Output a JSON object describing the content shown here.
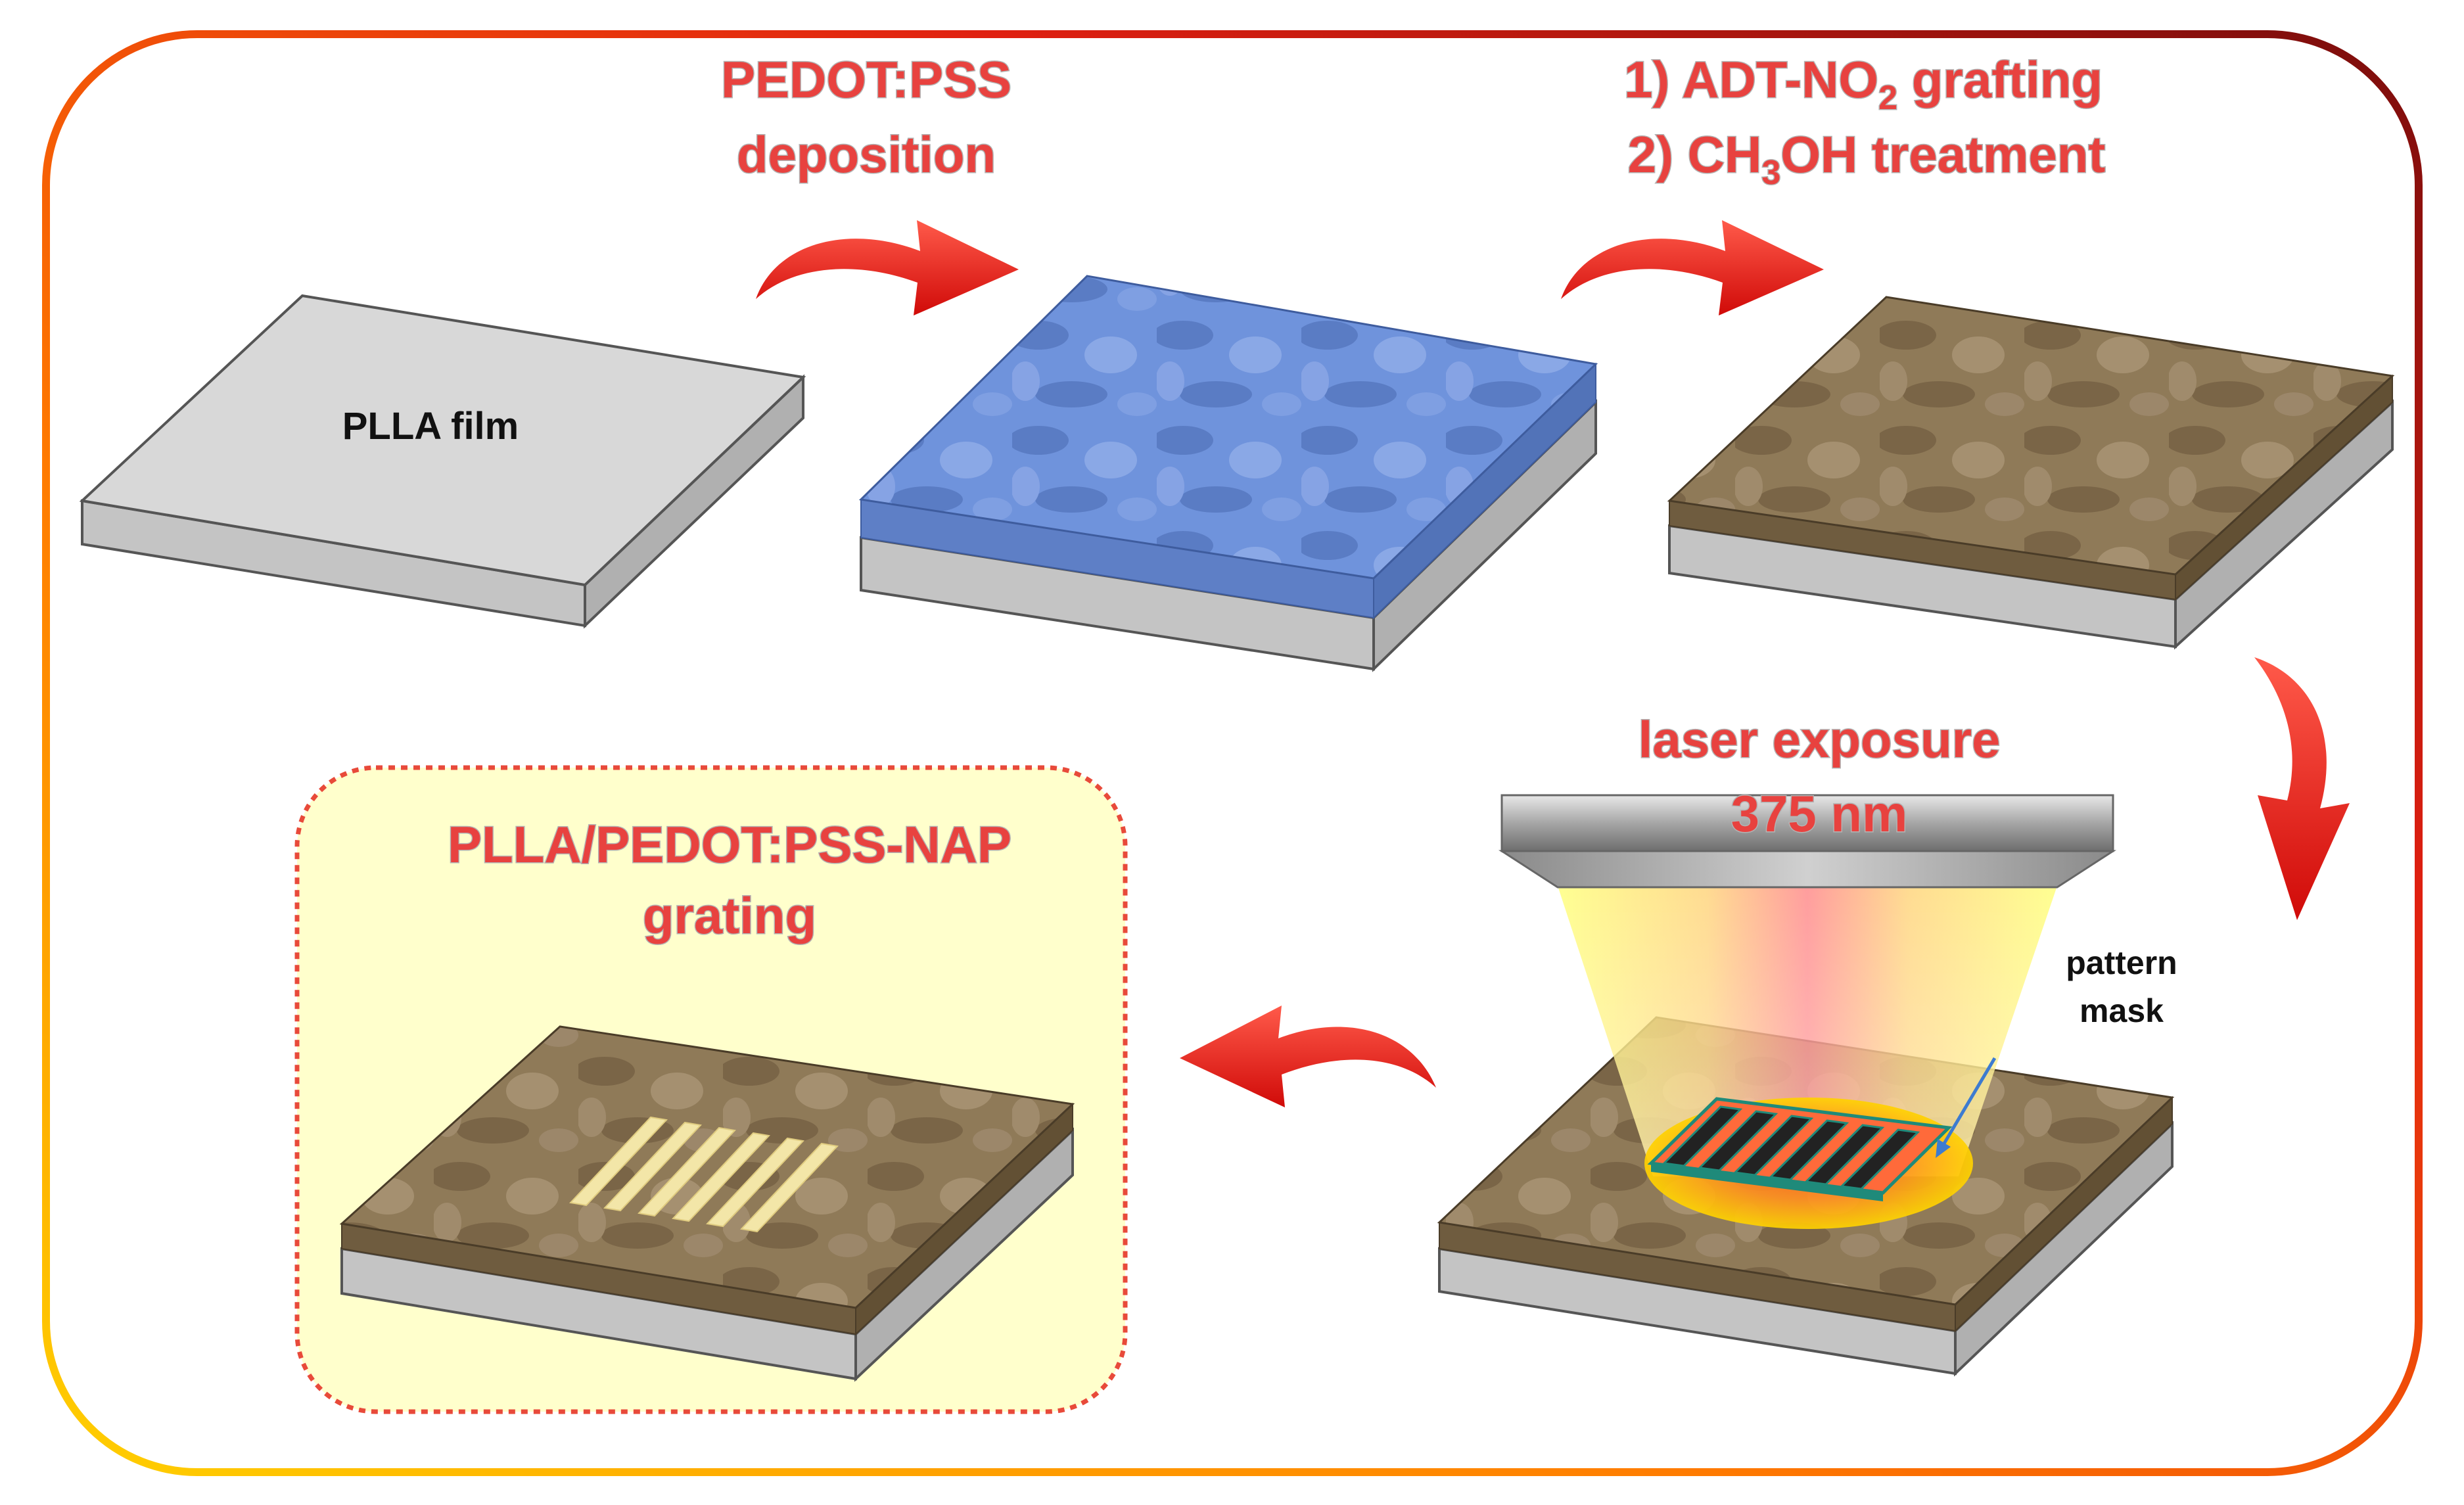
{
  "labels": {
    "step1": [
      "PEDOT:PSS",
      "deposition"
    ],
    "step2_line1": {
      "prefix": "1) ADT-NO",
      "sub": "2",
      "suffix": " grafting"
    },
    "step2_line2": {
      "prefix": "2) CH",
      "sub": "3",
      "suffix": "OH  treatment"
    },
    "film": "PLLA film",
    "laser": [
      "laser exposure",
      "375 nm"
    ],
    "mask": [
      "pattern",
      "mask"
    ],
    "final": [
      "PLLA/PEDOT:PSS-NAP",
      "grating"
    ]
  },
  "colors": {
    "substrate_top": "#d7d7d7",
    "substrate_side": "#c3c3c3",
    "pedot_blue": "#6d8fd6",
    "grafted_brown": "#8c7655",
    "arrow_red": "#e8231f",
    "label_red": "#e8423f",
    "final_panel_fill": "#ffffcc",
    "final_panel_border": "#e84a3a",
    "frame_gradient": [
      "#ff8a00",
      "#e02010",
      "#8a1010"
    ],
    "laser_beam": [
      "#ffff88",
      "#ff8080"
    ],
    "grating_lines": "#f3e6a8"
  },
  "icons": [
    "curved-arrow-icon",
    "laser-lens-icon",
    "pattern-mask-icon"
  ]
}
